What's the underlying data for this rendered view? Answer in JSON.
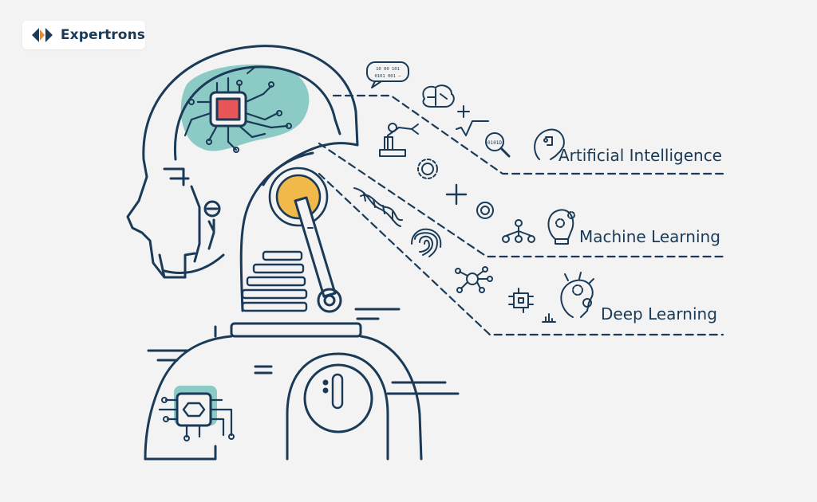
{
  "brand": {
    "name": "Expertrons"
  },
  "labels": {
    "ai": "Artificial Intelligence",
    "ml": "Machine Learning",
    "dl": "Deep Learning"
  },
  "icon_text": {
    "binary_line_1": "10 00 101",
    "binary_line_2": "0101 001 –",
    "binary_small": "0101D"
  },
  "colors": {
    "background": "#f3f3f3",
    "stroke": "#1a3a57",
    "teal": "#79c2bc",
    "chip_red": "#e9565a",
    "knob_yellow": "#f1b94a"
  }
}
